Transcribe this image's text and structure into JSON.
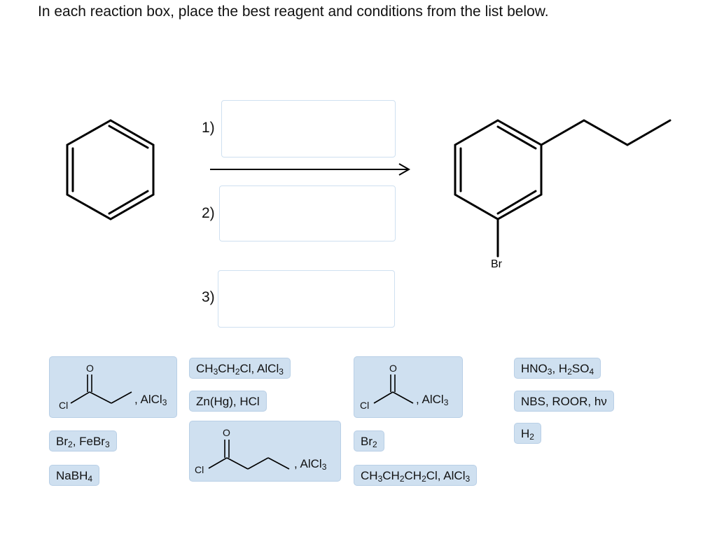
{
  "instruction": "In each reaction box, place the best reagent and conditions from the list below.",
  "steps": [
    {
      "label": "1)"
    },
    {
      "label": "2)"
    },
    {
      "label": "3)"
    }
  ],
  "product": {
    "substituent": "Br"
  },
  "reagents": {
    "acyl_propanoyl": {
      "cl": "Cl",
      "o": "O",
      "suffix": ", AlCl",
      "sub": "3"
    },
    "ethyl_chloride": {
      "a": "CH",
      "a_sub": "3",
      "b": "CH",
      "b_sub": "2",
      "c": "Cl, AlCl",
      "c_sub": "3"
    },
    "acyl_acetyl": {
      "cl": "Cl",
      "o": "O",
      "suffix": ", AlCl",
      "sub": "3"
    },
    "nitration": {
      "a": "HNO",
      "a_sub": "3",
      "b": ", H",
      "b_sub": "2",
      "c": "SO",
      "c_sub": "4"
    },
    "clemmensen": {
      "a": "Zn(Hg), HCl"
    },
    "nbs": {
      "a": "NBS, ROOR, hν"
    },
    "h2": {
      "a": "H",
      "a_sub": "2"
    },
    "br2_febr3": {
      "a": "Br",
      "a_sub": "2",
      "b": ", FeBr",
      "b_sub": "3"
    },
    "acyl_butanoyl": {
      "cl": "Cl",
      "o": "O",
      "suffix": ", AlCl",
      "sub": "3"
    },
    "br2": {
      "a": "Br",
      "a_sub": "2"
    },
    "nabh4": {
      "a": "NaBH",
      "a_sub": "4"
    },
    "propyl_chloride": {
      "a": "CH",
      "a_sub": "3",
      "b": "CH",
      "b_sub": "2",
      "c": "CH",
      "c_sub": "2",
      "d": "Cl, AlCl",
      "d_sub": "3"
    }
  }
}
